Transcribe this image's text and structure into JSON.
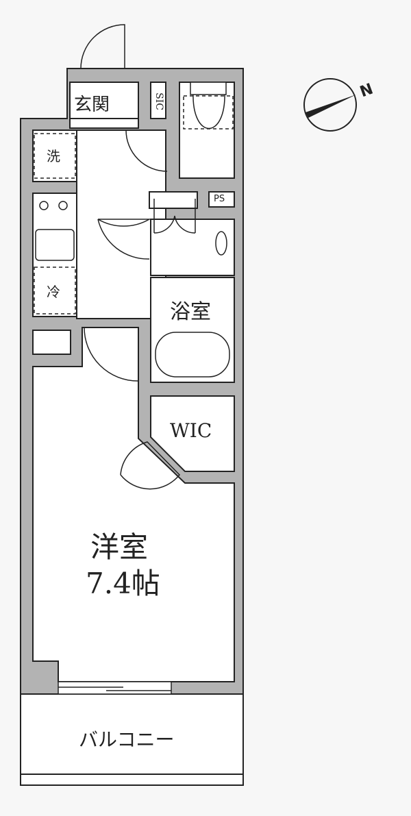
{
  "floor_plan": {
    "rooms": {
      "entrance": "玄関",
      "shoe_closet": "SIC",
      "washer": "洗",
      "fridge": "冷",
      "pipe_space": "PS",
      "bathroom": "浴室",
      "walk_in_closet": "WIC",
      "western_room": "洋室",
      "western_room_size": "7.4帖",
      "balcony": "バルコニー"
    },
    "compass": {
      "label": "N"
    },
    "colors": {
      "wall": "#b3b3b3",
      "line": "#222222",
      "background": "#f7f7f7"
    }
  }
}
